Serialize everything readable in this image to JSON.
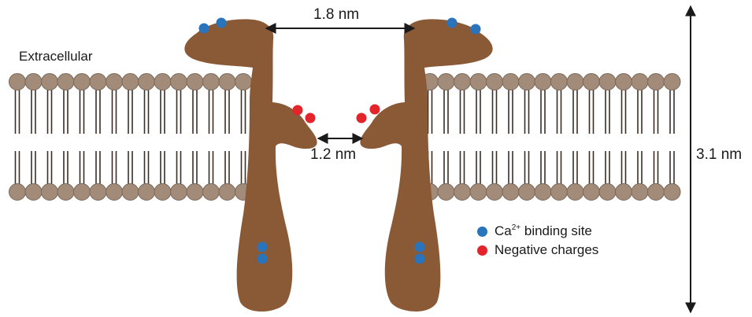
{
  "labels": {
    "region": "Extracellular",
    "top_width": "1.8 nm",
    "pore_width": "1.2 nm",
    "height": "3.1 nm"
  },
  "legend": {
    "binding_prefix": "Ca",
    "binding_sup": "2+",
    "binding_suffix": " binding site",
    "negative": "Negative charges"
  },
  "colors": {
    "protein": "#8a5a37",
    "lipid_head": "#a28c79",
    "lipid_head_stroke": "#7c6758",
    "lipid_tail": "#3b2e27",
    "binding_site": "#2a74bb",
    "negative_charge": "#e3242b",
    "text": "#1a1a1a"
  }
}
